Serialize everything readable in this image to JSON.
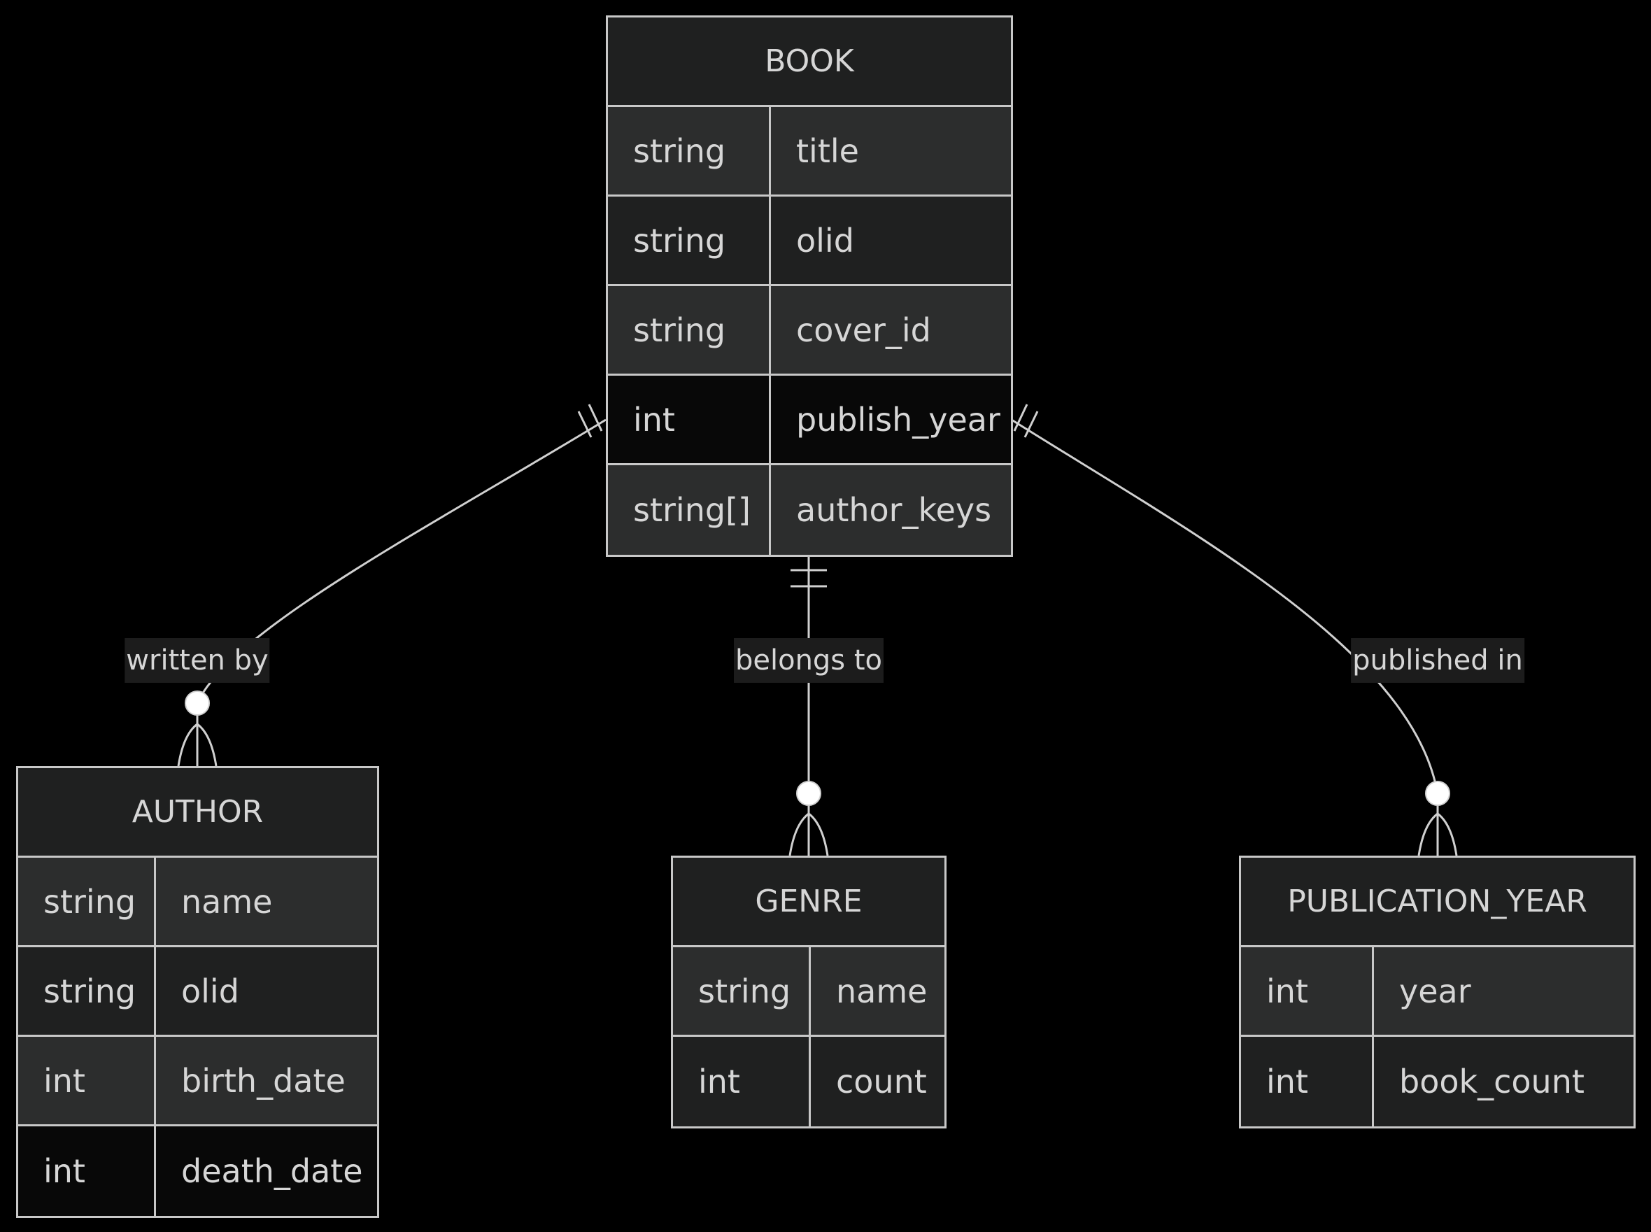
{
  "colors": {
    "background": "#000000",
    "line": "#c8c8c8",
    "text": "#d6d6d6",
    "header_fill": "#1f2020",
    "row_fill_a": "#2c2d2d",
    "row_fill_b": "#1f2020",
    "row_highlight": "#080808"
  },
  "entities": {
    "book": {
      "name": "BOOK",
      "attributes": [
        {
          "type": "string",
          "name": "title"
        },
        {
          "type": "string",
          "name": "olid"
        },
        {
          "type": "string",
          "name": "cover_id"
        },
        {
          "type": "int",
          "name": "publish_year"
        },
        {
          "type": "string[]",
          "name": "author_keys"
        }
      ]
    },
    "author": {
      "name": "AUTHOR",
      "attributes": [
        {
          "type": "string",
          "name": "name"
        },
        {
          "type": "string",
          "name": "olid"
        },
        {
          "type": "int",
          "name": "birth_date"
        },
        {
          "type": "int",
          "name": "death_date"
        }
      ]
    },
    "genre": {
      "name": "GENRE",
      "attributes": [
        {
          "type": "string",
          "name": "name"
        },
        {
          "type": "int",
          "name": "count"
        }
      ]
    },
    "publication_year": {
      "name": "PUBLICATION_YEAR",
      "attributes": [
        {
          "type": "int",
          "name": "year"
        },
        {
          "type": "int",
          "name": "book_count"
        }
      ]
    }
  },
  "relationships": [
    {
      "from": "BOOK",
      "to": "AUTHOR",
      "label": "written by",
      "from_cardinality": "exactly-one",
      "to_cardinality": "zero-or-more"
    },
    {
      "from": "BOOK",
      "to": "GENRE",
      "label": "belongs to",
      "from_cardinality": "exactly-one",
      "to_cardinality": "zero-or-more"
    },
    {
      "from": "BOOK",
      "to": "PUBLICATION_YEAR",
      "label": "published in",
      "from_cardinality": "exactly-one",
      "to_cardinality": "zero-or-more"
    }
  ]
}
